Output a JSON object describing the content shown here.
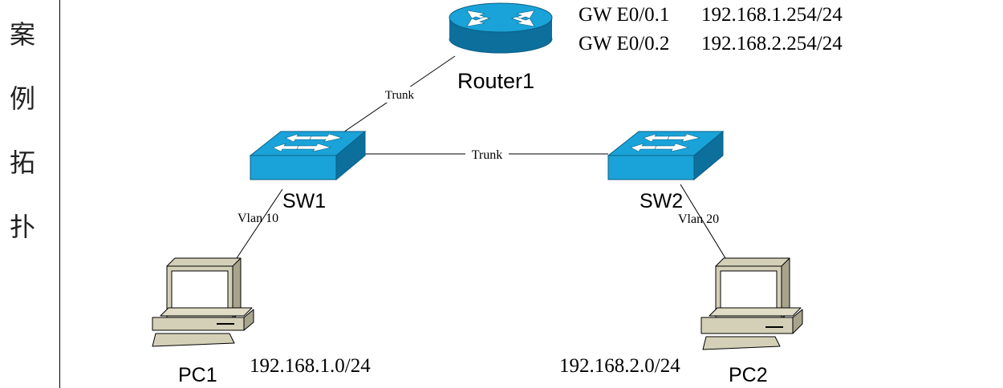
{
  "side_title": [
    "案",
    "例",
    "拓",
    "扑"
  ],
  "gateway_info": [
    {
      "label": "GW E0/0.1",
      "address": "192.168.1.254/24"
    },
    {
      "label": "GW E0/0.2",
      "address": "192.168.2.254/24"
    }
  ],
  "devices": {
    "router": "Router1",
    "sw1": "SW1",
    "sw2": "SW2",
    "pc1": "PC1",
    "pc2": "PC2"
  },
  "links": {
    "router_sw1": "Trunk",
    "sw1_sw2": "Trunk",
    "sw1_pc1": "Vlan 10",
    "sw2_pc2": "Vlan 20"
  },
  "subnets": {
    "pc1": "192.168.1.0/24",
    "pc2": "192.168.2.0/24"
  },
  "colors": {
    "device_blue": "#1aa3d8",
    "device_blue_dark": "#0d6f9c",
    "pc_beige": "#d4d0b8",
    "pc_screen": "#ffffff",
    "line": "#000000"
  }
}
